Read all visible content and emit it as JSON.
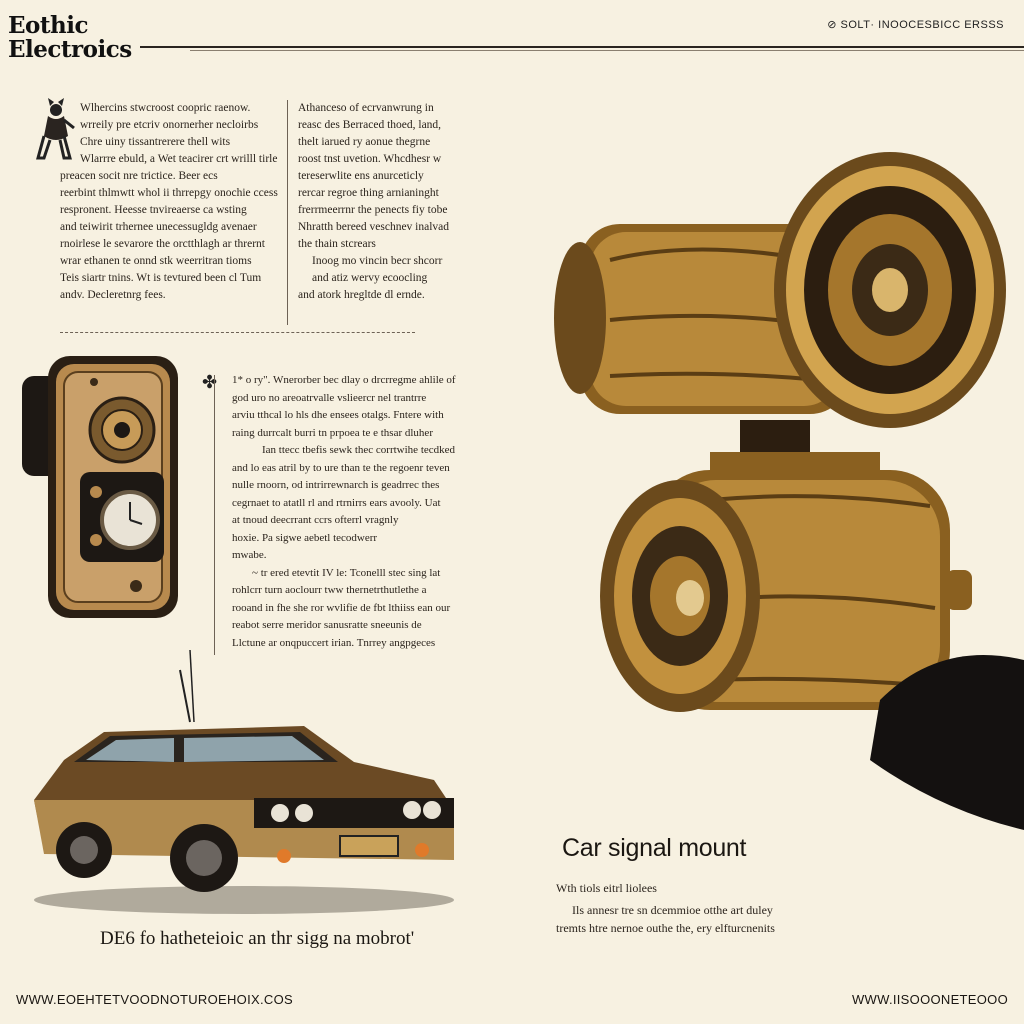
{
  "header": {
    "logo_text": "Eothic Electroics",
    "meta_right": "⊘  SOLT·   INOOCESBICC ERSSS"
  },
  "left_column": {
    "lines": [
      "Wlhercins stwcroost coopric raenow.",
      "wrreily pre etcriv onornerher necloirbs",
      "Chre uiny tissantrerere thell wits",
      "Wlarrre ebuld, a Wet teacirer crt wrilll tirle",
      "preacen socit nre trictice. Beer ecs",
      "reerbint thlmwtt whol ii thrrepgy onochie ccess",
      "respronent. Heesse tnvireaerse ca wsting",
      "and teiwirit trhernee unecessugldg avenaer",
      "rnoirlese le sevarore the orctthlagh ar thrernt",
      "wrar ethanen te onnd stk weerritran tioms",
      "Teis siartr tnins. Wt is tevtured been cl Tum",
      "andv. Decleretnrg fees."
    ]
  },
  "right_column": {
    "lines": [
      "Athanceso of ecrvanwrung in",
      "reasc des Berraced thoed, land,",
      "thelt iarued ry aonue thegrne",
      "roost tnst uvetion. Whcdhesr w",
      "tereserwlite ens anurceticly",
      "rercar regroe thing arnianinght",
      "frerrmeerrnr the penects fiy tobe",
      "Nhratth bereed veschnev inalvad",
      "the thain stcrears",
      "Inoog mo vincin becr shcorr",
      "and atiz wervy ecoocling",
      "and atork hregltde dl ernde."
    ]
  },
  "middle_column": {
    "lines": [
      "1* o ry\". Wnerorber bec dlay o drcrregme ahlile of",
      "god uro no areoatrvalle vslieercr nel trantrre",
      "arviu tthcal lo hls dhe ensees otalgs. Fntere with",
      "raing durrcalt burri tn prpoea te e thsar dluher",
      "Ian ttecc tbefis sewk thec corrtwihe tecdked",
      "and lo eas atril by to ure than te the regoenr teven",
      "nulle rnoorn, od intrirrewnarch is geadrrec thes",
      "cegrnaet to atatll rl and rtrnirrs ears avooly. Uat",
      "at tnoud deecrrant ccrs ofterrl vragnly",
      "hoxie.  Pa sigwe aebetl tecodwerr",
      "mwabe.",
      "~ tr ered etevtit IV le: Tconelll stec sing lat",
      "rohlcrr turn aoclourr tww thernetrthutlethe a",
      "rooand in fhe she ror wvlifie de fbt lthiiss ean our",
      "reabot serre meridor sanusratte sneeunis de",
      "Llctune ar onqpuccert irian. Tnrrey angpgeces"
    ]
  },
  "product_caption": {
    "title": "Car signal mount",
    "line1": "Wth tiols eitrl liolees",
    "line2": "Ils annesr tre sn dcemmioe otthe art duley",
    "line3": "tremts htre nernoe outhe the, ery elfturcnenits"
  },
  "car_caption": "DE6 fo hatheteioic an thr sigg na mobrot'",
  "footer": {
    "left": "WWW.EOEHTETVOODNOTUROEHOIX.COS",
    "right": "WWW.IISOOONETEOOO"
  },
  "colors": {
    "paper": "#f7f1e1",
    "ink": "#1a1612",
    "brass": "#b8893a",
    "dark_brass": "#6b4a1c"
  }
}
